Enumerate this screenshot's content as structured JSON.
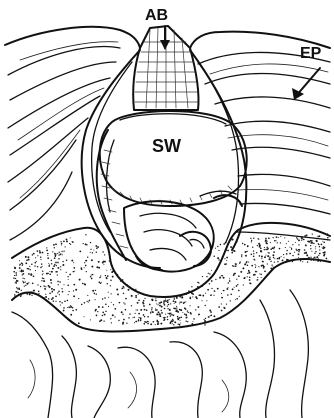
{
  "figure": {
    "labels": {
      "abdomen": "AB",
      "epidermis": "EP",
      "swelling": "SW"
    },
    "colors": {
      "ink": "#111111",
      "paper": "#ffffff"
    }
  }
}
